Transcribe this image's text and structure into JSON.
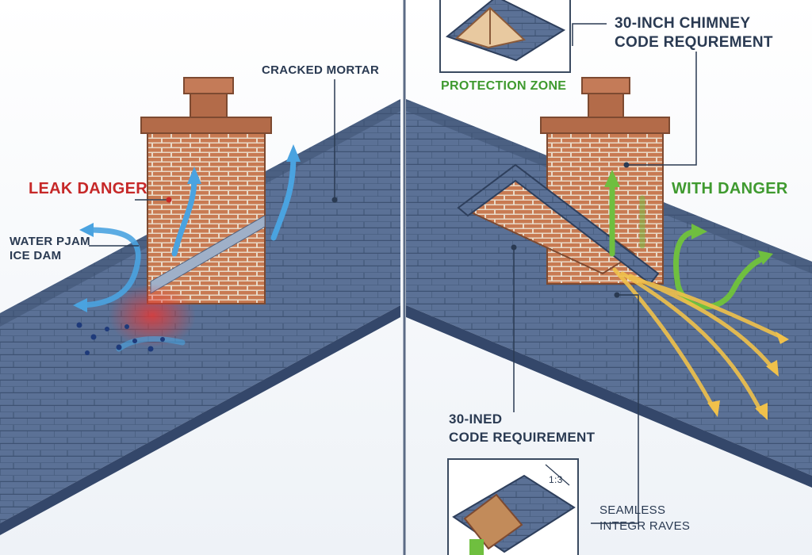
{
  "labels": {
    "cracked_mortar": "CRACKED MORTAR",
    "leak_danger": "LEAK DANGER",
    "water_dam_line1": "WATER PJAM",
    "water_dam_line2": "ICE DAM",
    "protection_zone": "PROTECTION ZONE",
    "chimney_code_line1": "30-INCH CHIMNEY",
    "chimney_code_line2": "CODE REQUREMENT",
    "with_danger": "WITH DANGER",
    "ined_code_line1": "30-INED",
    "ined_code_line2": "CODE REQUIREMENT",
    "seamless_line1": "SEAMLESS",
    "seamless_line2": "INTEGR RAVES",
    "ratio": "1:3"
  },
  "colors": {
    "roof": "#5b7196",
    "roof_dark": "#3e5273",
    "brick": "#c87a52",
    "mortar": "#e9d9c7",
    "water_blue": "#4aa3e0",
    "leak_red": "#e53935",
    "green_arrow": "#6fbf3f",
    "yellow_arrow": "#f0c14b",
    "label_dark": "#2a3a52"
  }
}
